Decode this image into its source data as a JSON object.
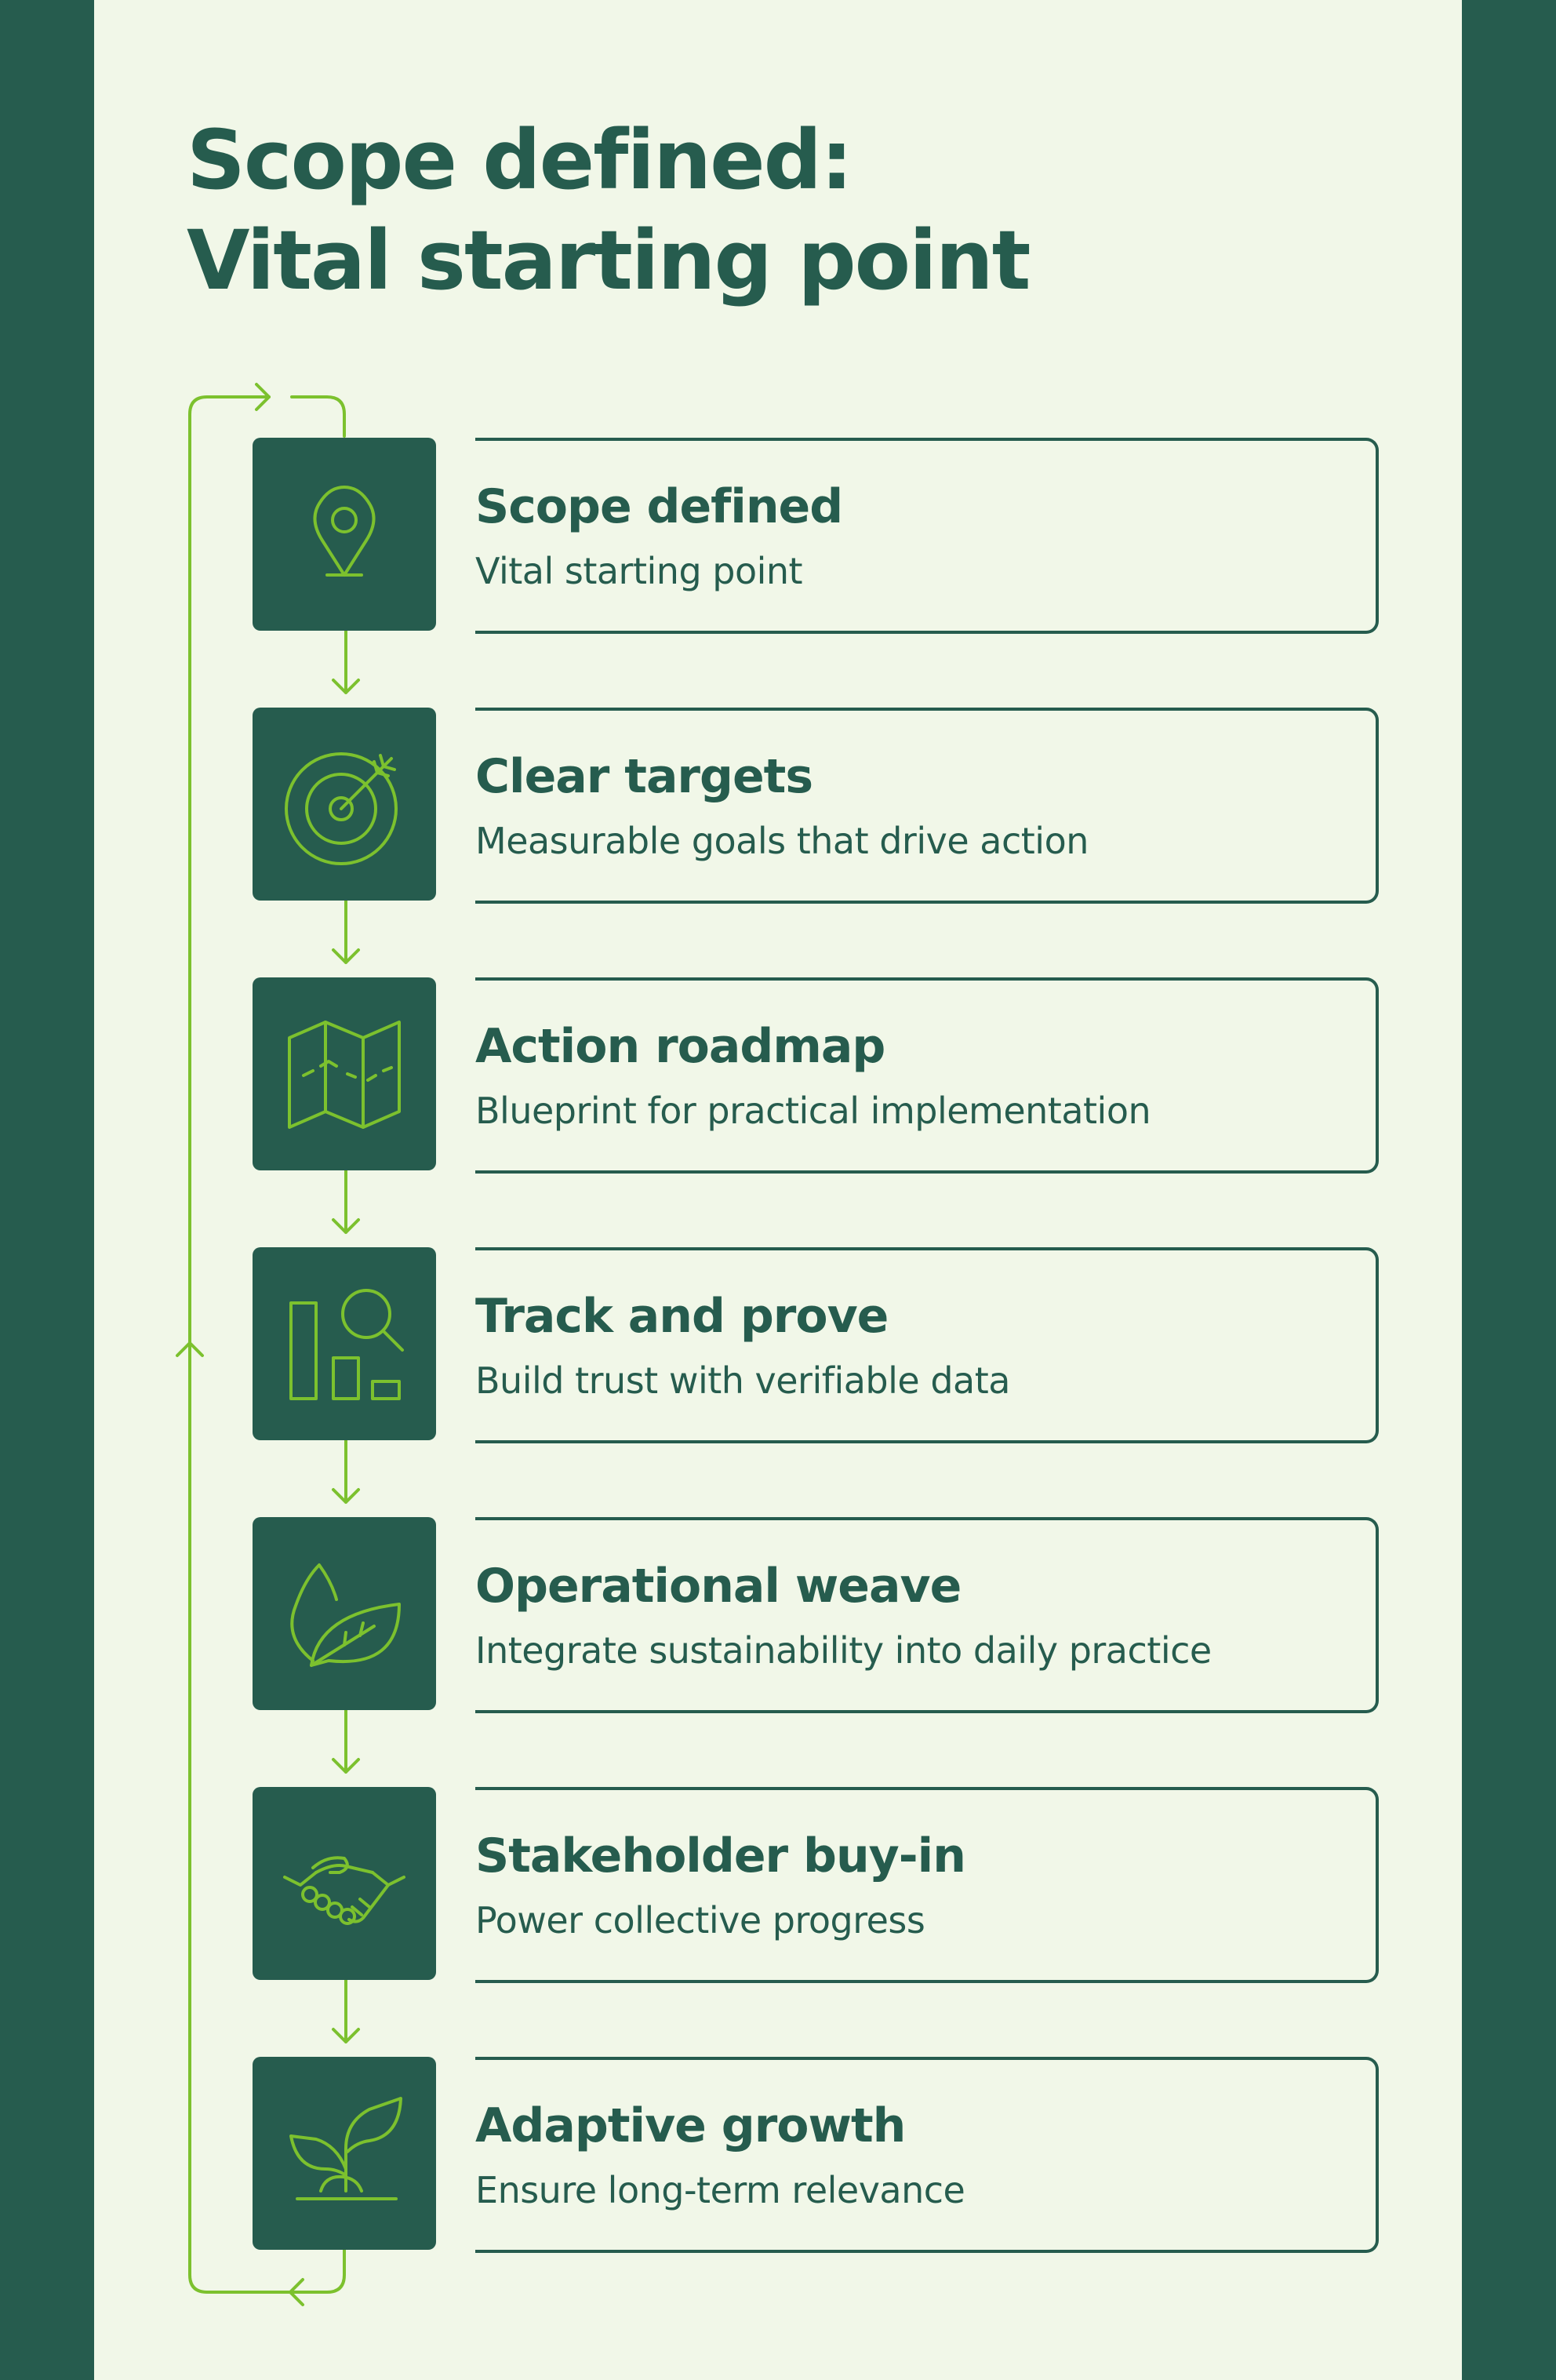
{
  "title": {
    "line1": "Scope defined:",
    "line2": "Vital starting point"
  },
  "colors": {
    "dark_green": "#265c4e",
    "light_background": "#f1f7e8",
    "accent_green": "#7cc12e"
  },
  "steps": [
    {
      "icon": "map-pin-icon",
      "title": "Scope defined",
      "subtitle": "Vital starting point"
    },
    {
      "icon": "target-icon",
      "title": "Clear targets",
      "subtitle": "Measurable goals that drive action"
    },
    {
      "icon": "map-icon",
      "title": "Action roadmap",
      "subtitle": "Blueprint for practical implementation"
    },
    {
      "icon": "chart-search-icon",
      "title": "Track and prove",
      "subtitle": "Build trust with verifiable data"
    },
    {
      "icon": "leaves-icon",
      "title": "Operational weave",
      "subtitle": "Integrate sustainability into daily practice"
    },
    {
      "icon": "handshake-icon",
      "title": "Stakeholder buy-in",
      "subtitle": "Power collective progress"
    },
    {
      "icon": "sprout-icon",
      "title": "Adaptive growth",
      "subtitle": "Ensure long-term relevance"
    }
  ]
}
